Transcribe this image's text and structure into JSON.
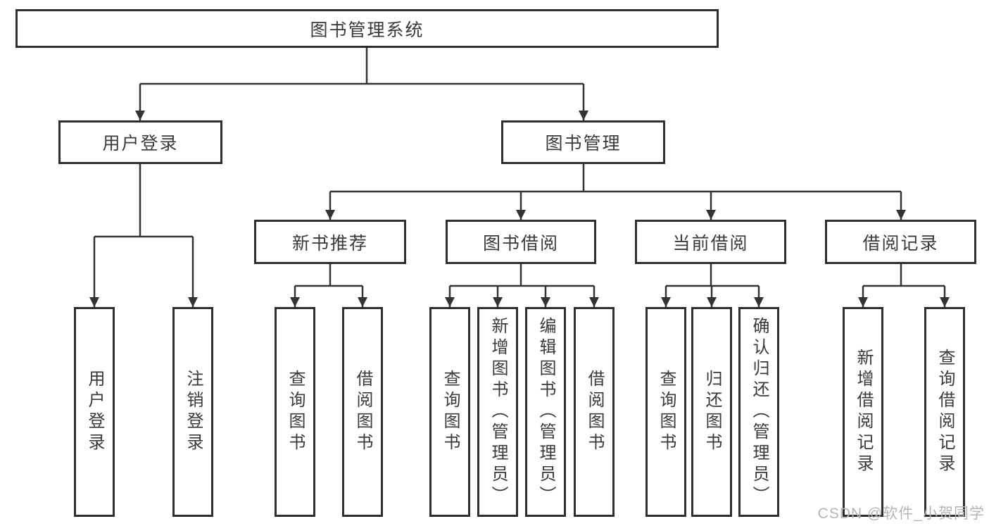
{
  "diagram": {
    "type": "functional-structure-tree",
    "root": "图书管理系统",
    "level2": [
      "用户登录",
      "图书管理"
    ],
    "level3": [
      "新书推荐",
      "图书借阅",
      "当前借阅",
      "借阅记录"
    ],
    "leaves_user_login": [
      "用户登录",
      "注销登录"
    ],
    "leaves_new_books": [
      "查询图书",
      "借阅图书"
    ],
    "leaves_book_borrow": [
      "查询图书",
      "新增图书（管理员）",
      "编辑图书（管理员）",
      "借阅图书"
    ],
    "leaves_current_borrow": [
      "查询图书",
      "归还图书",
      "确认归还（管理员）"
    ],
    "leaves_borrow_records": [
      "新增借阅记录",
      "查询借阅记录"
    ],
    "watermark": "CSDN @软件_小贺同学",
    "colors": {
      "line": "#333333",
      "box_border": "#2e2e2e",
      "text": "#3a3a3a",
      "watermark_text": "#b5b5b5",
      "background": "#ffffff"
    }
  }
}
